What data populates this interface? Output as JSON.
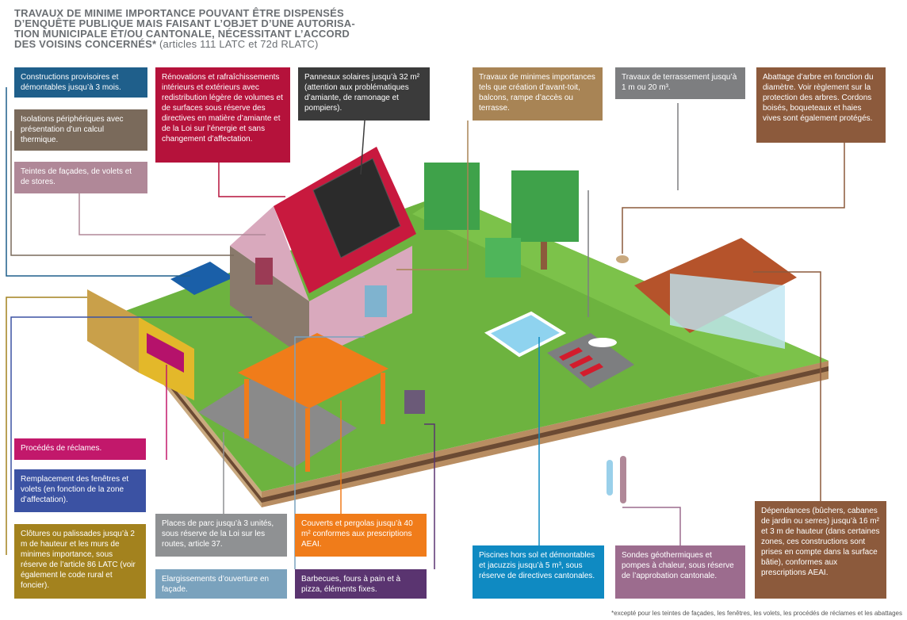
{
  "title": {
    "line1": "TRAVAUX DE MINIME IMPORTANCE POUVANT ÊTRE DISPENSÉS",
    "line2": "D’ENQUÊTE PUBLIQUE MAIS FAISANT L’OBJET D’UNE AUTORISA-",
    "line3": "TION MUNICIPALE ET/OU CANTONALE, NÉCESSITANT L’ACCORD",
    "line4": "DES VOISINS CONCERNÉS*",
    "reference": " (articles 111 LATC et 72d RLATC)"
  },
  "boxes": {
    "constructions": {
      "text": "Constructions provisoires et démontables jusqu’à 3 mois.",
      "color": "#1f5f8b"
    },
    "isolations": {
      "text": "Isolations périphériques avec présentation d’un calcul thermique.",
      "color": "#7a6a5b"
    },
    "teintes": {
      "text": "Teintes de façades, de volets et de stores.",
      "color": "#b08898"
    },
    "renovations": {
      "text": "Rénovations et rafraîchissements intérieurs et extérieurs avec redistribution légère de volumes et de surfaces sous réserve des directives en matière d’amiante et de la Loi sur l’énergie et sans changement d’affectation.",
      "color": "#b5123b"
    },
    "panneaux": {
      "text": "Panneaux solaires jusqu’à 32 m² (attention aux problématiques d’amiante, de ramonage et pompiers).",
      "color": "#3b3b3b"
    },
    "minimes": {
      "text": "Travaux de minimes importances tels que création d’avant-toit, balcons, rampe d’accès ou terrasse.",
      "color": "#a88455"
    },
    "terrassement": {
      "text": "Travaux de terrassement jusqu’à 1 m ou 20 m³.",
      "color": "#7d7e80"
    },
    "abattage": {
      "text": "Abattage d’arbre en fonction du diamètre. Voir règlement sur la protection des arbres. Cordons boisés, boqueteaux et haies vives sont également protégés.",
      "color": "#8c5a3c"
    },
    "reclames": {
      "text": "Procédés de réclames.",
      "color": "#c2186b"
    },
    "remplacement": {
      "text": "Remplacement des fenêtres et volets (en fonction de la zone d’affectation).",
      "color": "#3b52a3"
    },
    "clotures": {
      "text": "Clôtures ou palissades jusqu’à 2 m de hauteur et les murs de minimes importance, sous réserve de l’article 86 LATC (voir également le code rural et foncier).",
      "color": "#a3821e"
    },
    "places": {
      "text": "Places de parc jusqu’à 3 unités, sous réserve de la Loi sur les routes, article 37.",
      "color": "#8f9193"
    },
    "elargissements": {
      "text": "Elargissements d’ouverture en façade.",
      "color": "#7aa2bd"
    },
    "couverts": {
      "text": "Couverts et pergolas jusqu’à 40 m² conformes aux prescriptions AEAI.",
      "color": "#f07c1a"
    },
    "barbecues": {
      "text": "Barbecues, fours à pain et à pizza, éléments fixes.",
      "color": "#5a3470"
    },
    "piscines": {
      "text": "Piscines hors sol et démontables et jacuzzis jusqu’à 5 m³, sous réserve de directives cantonales.",
      "color": "#0f8ac2"
    },
    "sondes": {
      "text": "Sondes géothermiques et pompes à chaleur, sous réserve de l’approbation cantonale.",
      "color": "#9c6c8e"
    },
    "dependances": {
      "text": "Dépendances (bûchers, cabanes de jardin ou serres) jusqu’à 16 m² et 3 m de hauteur (dans certaines zones, ces constructions sont prises en compte dans la surface bâtie), conformes aux prescriptions AEAI.",
      "color": "#8c5a3c"
    }
  },
  "footnote": "*excepté pour les teintes de façades, les fenêtres, les volets, les procédés de réclames et les abattages",
  "colors": {
    "grass": "#6db33f",
    "grass_dark": "#4f8f2a",
    "soil": "#d9c2a0",
    "roof": "#c8193e",
    "wall_pink": "#d9a9bd",
    "wall_brown": "#8a7a6c",
    "pool": "#8fd3ef",
    "tree": "#3fa24a"
  }
}
